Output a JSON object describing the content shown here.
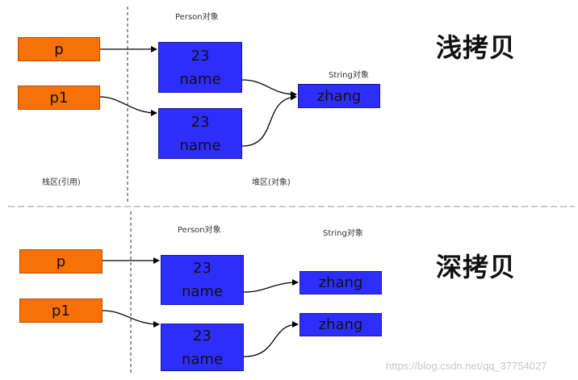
{
  "colors": {
    "reference_fill": "#f77008",
    "object_fill": "#2e2efc",
    "arrow": "#000000",
    "dashed_line": "#333333",
    "separator": "#999999"
  },
  "shallow": {
    "title": "浅拷贝",
    "person_label": "Person对象",
    "string_label": "String对象",
    "stack_label": "栈区(引用)",
    "heap_label": "堆区(对象)",
    "ref_p": "p",
    "ref_p1": "p1",
    "obj1": {
      "age": "23",
      "field": "name"
    },
    "obj2": {
      "age": "23",
      "field": "name"
    },
    "string_value": "zhang"
  },
  "deep": {
    "title": "深拷贝",
    "person_label": "Person对象",
    "string_label": "String对象",
    "ref_p": "p",
    "ref_p1": "p1",
    "obj1": {
      "age": "23",
      "field": "name"
    },
    "obj2": {
      "age": "23",
      "field": "name"
    },
    "string1_value": "zhang",
    "string2_value": "zhang"
  },
  "watermark": "https://blog.csdn.net/qq_37754027"
}
